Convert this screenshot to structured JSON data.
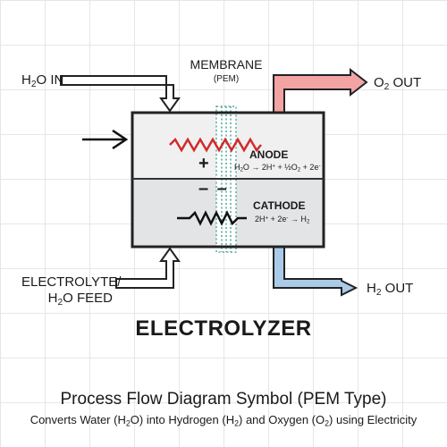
{
  "inlets": {
    "water_in": {
      "pre": "H",
      "sub": "2",
      "post": "O IN"
    },
    "electrolyte_feed": {
      "line1": "ELECTROLYTE/",
      "pre": "H",
      "sub": "2",
      "post": "O FEED"
    }
  },
  "outlets": {
    "oxygen_out": {
      "pre": "O",
      "sub": "2",
      "post": " OUT"
    },
    "hydrogen_out": {
      "pre": "H",
      "sub": "2",
      "post": " OUT"
    }
  },
  "membrane": {
    "label": "MEMBRANE",
    "sublabel": "(PEM)"
  },
  "anode": {
    "label": "ANODE",
    "polarity": "+",
    "reaction": {
      "a": "H",
      "b": "2",
      "c": "O → 2H",
      "d": "+",
      "e": " + ½O",
      "f": "2",
      "g": " + 2e",
      "h": "-"
    }
  },
  "cathode": {
    "label": "CATHODE",
    "polarity": "– –",
    "reaction": {
      "a": "2H",
      "b": "+",
      "c": " + 2e",
      "d": "-",
      "e": " → H",
      "f": "2"
    }
  },
  "symbol_title": "ELECTROLYZER",
  "caption": {
    "title": "Process Flow Diagram Symbol (PEM Type)",
    "subtitle": {
      "a": "Converts Water (H",
      "b": "2",
      "c": "O) into Hydrogen (H",
      "d": "2",
      "e": ") and Oxygen (O",
      "f": "2",
      "g": ") using Electricity"
    }
  },
  "colors": {
    "oxygen_pipe": "#f2a3a3",
    "hydrogen_pipe": "#a9cbe8",
    "anode_coil": "#d12b2b",
    "membrane": "#2f9a8a",
    "anode_fill": "#f0f0f0",
    "cathode_fill": "#e2e4e6"
  }
}
